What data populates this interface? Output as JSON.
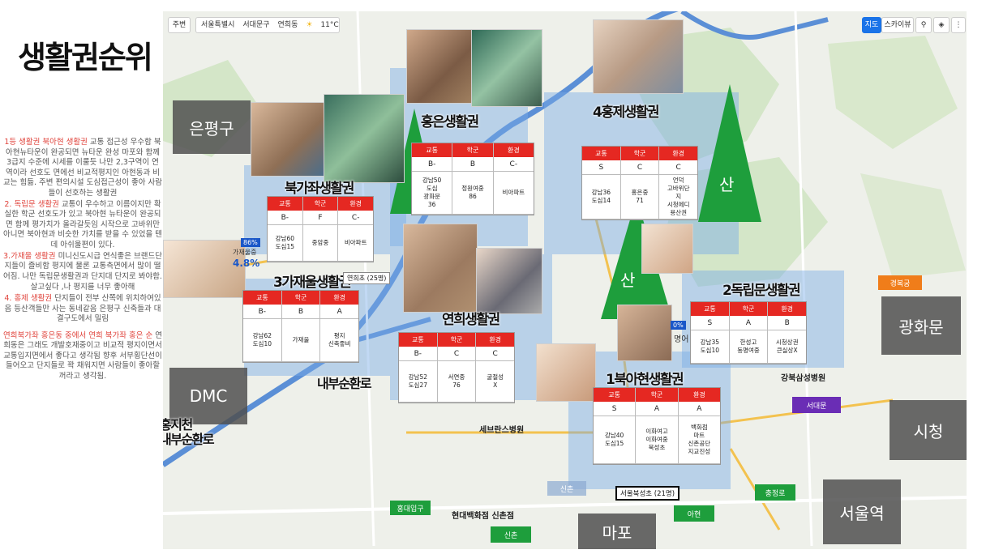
{
  "title": "생활권순위",
  "sidebar": {
    "paragraphs": [
      {
        "red": "1등 생활권 북아현 생활권",
        "text": " 교통 접근성 우수함 북아현뉴타운이 완공되면 뉴타운 완성 마포와 함께 3급지 수준에 시세를 이룰듯 나만 2,3구역이 연역이라 선호도 면에선 비교적평지인 아현동과 비교는 힘듦. 주변 편의시설 도심접근성이 좋아 사람들이 선호하는 생활권"
      },
      {
        "red": "2. 독립문 생활권",
        "text": " 교통이 우수하고 이름이지만 확실한 학군 선호도가 있고 북아현 뉴타운이 완공되면 함께 평가치가 올라갈듯임 시작으로 고바위만 아니면 북아현과 비슷한 가치를 받을 수 있었을 텐데 아쉬울편이 있다."
      },
      {
        "red": "3.가재울 생활권",
        "text": " 미니신도시급 연식좋은 브랜드단지들이 즐비함 평지에 물론 교통측면에서 많이 떨어짐. 나만 독립문생활권과 단지대 단지로 봐야함."
      },
      {
        "red": "",
        "text": "살고싶다 ,나 평지를 너무 좋아해"
      },
      {
        "red": "4. 홍제 생활권",
        "text": " 단지들이 전부 산쪽에 위치하여있음 등산객들만 사는 동네같음 은평구 신축들과 대결구도에서 밀림"
      },
      {
        "red": "연희북가좌 홍은동 중에서 연희 북가좌 홍은 순",
        "text": " 연희동은 그래도 개발호재중이고 비교적 평지이면서 교통입지면에서 좋다고 생각됨 향후 서부횡단선이 들어오고 단지들로 꽉 채워지면 사람들이 좋아할꺼라고 생각됨."
      }
    ]
  },
  "map": {
    "topbar": {
      "home": "주변",
      "crumbs": [
        "서울특별시",
        "서대문구",
        "연희동"
      ],
      "weather": "11°C",
      "map_btn": "지도",
      "sky_btn": "스카이뷰"
    },
    "zones": [
      {
        "id": "bukgajwa",
        "title": "북가좌생활권",
        "headers": [
          "교통",
          "학군",
          "환경"
        ],
        "grades": [
          "B-",
          "F",
          "C-"
        ],
        "info": [
          "강남60\n도심15",
          "중암중",
          "비아파트"
        ]
      },
      {
        "id": "hongeun",
        "title": "홍은생활권",
        "headers": [
          "교통",
          "학군",
          "환경"
        ],
        "grades": [
          "B-",
          "B",
          "C-"
        ],
        "info": [
          "강남50\n도심\n광화문\n36",
          "정원여중\n86",
          "비아파트"
        ]
      },
      {
        "id": "hongje",
        "title": "4홍제생활권",
        "headers": [
          "교통",
          "학군",
          "환경"
        ],
        "grades": [
          "S",
          "C",
          "C"
        ],
        "info": [
          "강남36\n도심14",
          "홍은중\n71",
          "언덕\n고바위단\n지\n시청에디\n용산권"
        ]
      },
      {
        "id": "gajaeul",
        "title": "3가재울생활권",
        "headers": [
          "교통",
          "학군",
          "환경"
        ],
        "grades": [
          "B-",
          "B",
          "A"
        ],
        "info": [
          "강남62\n도심10",
          "가재울",
          "평지\n신축좋비"
        ]
      },
      {
        "id": "yeonhui",
        "title": "연희생활권",
        "headers": [
          "교통",
          "학군",
          "환경"
        ],
        "grades": [
          "B-",
          "C",
          "C"
        ],
        "info": [
          "강남52\n도심27",
          "서연중\n76",
          "굴절성\nX"
        ]
      },
      {
        "id": "dongnimmun",
        "title": "2독립문생활권",
        "headers": [
          "교통",
          "학군",
          "환경"
        ],
        "grades": [
          "S",
          "A",
          "B"
        ],
        "info": [
          "강남35\n도심10",
          "한성고\n동명여중",
          "시청상권\n큰실상X"
        ]
      },
      {
        "id": "bukahyeon",
        "title": "1북아현생활권",
        "headers": [
          "교통",
          "학군",
          "환경"
        ],
        "grades": [
          "S",
          "A",
          "A"
        ],
        "info": [
          "강남40\n도심15",
          "이화여고\n이화여중\n북성초",
          "백화점\n마트\n신촌공단\n지교진성"
        ]
      }
    ],
    "districts": [
      "은평구",
      "DMC",
      "광화문",
      "시청",
      "서울역",
      "마포"
    ],
    "road_labels": [
      "내부순환로",
      "홍지천\n내부순환로"
    ],
    "stations": [
      "홍대입구",
      "신촌",
      "아현",
      "충정로",
      "서대문",
      "경복궁",
      "신촌"
    ],
    "mountains": [
      "산",
      "산"
    ],
    "place_labels": [
      "세브란스병원",
      "현대백화점 신촌점",
      "강북삼성병원",
      "서울북성초 (21명)",
      "연희초 (25명)"
    ],
    "misc": {
      "pct1": "86%",
      "pct2": "4.8%",
      "pct3": "0%",
      "gajaeul_small": "가재울중",
      "myeong": "명어"
    }
  },
  "colors": {
    "accent_red": "#e52822",
    "region_blue": "#78aae6",
    "green": "#1e9e3c",
    "purple": "#6a2db5",
    "orange": "#f07d1a"
  }
}
